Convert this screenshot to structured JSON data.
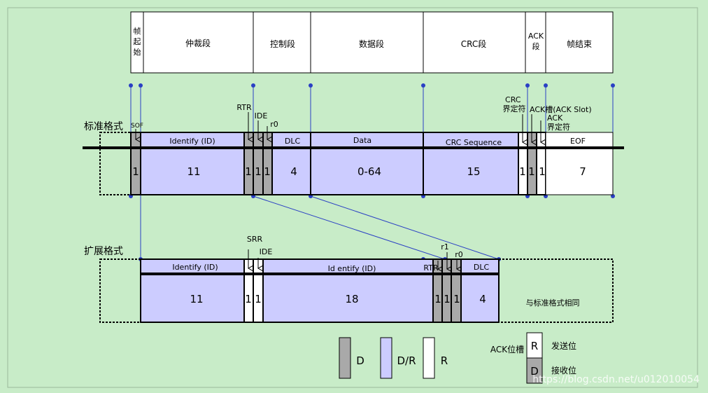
{
  "header": {
    "sof": "帧起始",
    "arbitration": "仲裁段",
    "control": "控制段",
    "data": "数据段",
    "crc": "CRC段",
    "ack": "ACK段",
    "eof": "帧结束"
  },
  "standard": {
    "format_label": "标准格式",
    "sof_tag": "SOF",
    "rtr_tag": "RTR",
    "ide_tag": "IDE",
    "r0_tag": "r0",
    "crc_delim_tag": "CRC\n界定符",
    "ack_slot_tag": "ACK槽(ACK Slot)",
    "ack_delim_tag": "ACK\n界定符",
    "identify_label": "Identify (ID)",
    "dlc_label": "DLC",
    "data_label": "Data",
    "crc_seq_label": "CRC Sequence",
    "eof_label": "EOF",
    "bits": {
      "sof": "1",
      "id": "11",
      "rtr": "1",
      "ide": "1",
      "r0": "1",
      "dlc": "4",
      "data": "0-64",
      "crc": "15",
      "crc_delim": "1",
      "ack_slot": "1",
      "ack_delim": "1",
      "eof": "7"
    }
  },
  "extended": {
    "format_label": "扩展格式",
    "srr_tag": "SRR",
    "ide_tag": "IDE",
    "r1_tag": "r1",
    "r0_tag": "r0",
    "rtr_tag": "RTR",
    "identify_label": "Identify (ID)",
    "identify2_label": "Id entify (ID)",
    "dlc_label": "DLC",
    "same_label": "与标准格式相同",
    "bits": {
      "id": "11",
      "srr": "1",
      "ide": "1",
      "id2": "18",
      "rtr": "1",
      "r1": "1",
      "r0": "1",
      "dlc": "4"
    }
  },
  "legend": {
    "d": "D",
    "dr": "D/R",
    "r": "R",
    "ack_slot": "ACK位槽",
    "r_box": "R",
    "d_box": "D",
    "send": "发送位",
    "receive": "接收位"
  },
  "colors": {
    "background": "#c8ecc8",
    "dominant": "#a9a9a9",
    "dominant_recessive": "#ccccff",
    "recessive": "#ffffff",
    "connector": "#2a3fc4"
  },
  "watermark": "https://blog.csdn.net/u012010054"
}
